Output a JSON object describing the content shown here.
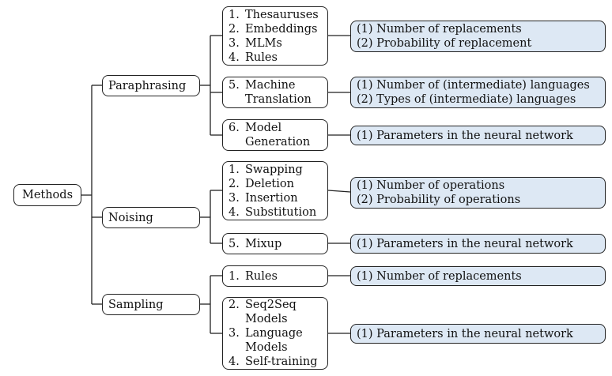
{
  "root": {
    "label": "Methods"
  },
  "categories": [
    {
      "id": "paraphrasing",
      "label": "Paraphrasing",
      "groups": [
        {
          "items": [
            {
              "num": "1.",
              "lines": [
                "Thesauruses"
              ]
            },
            {
              "num": "2.",
              "lines": [
                "Embeddings"
              ]
            },
            {
              "num": "3.",
              "lines": [
                "MLMs"
              ]
            },
            {
              "num": "4.",
              "lines": [
                "Rules"
              ]
            }
          ],
          "params": [
            "(1) Number of replacements",
            "(2) Probability of replacement"
          ]
        },
        {
          "items": [
            {
              "num": "5.",
              "lines": [
                "Machine",
                "Translation"
              ]
            }
          ],
          "params": [
            "(1) Number of (intermediate) languages",
            "(2) Types of (intermediate) languages"
          ]
        },
        {
          "items": [
            {
              "num": "6.",
              "lines": [
                "Model",
                "Generation"
              ]
            }
          ],
          "params": [
            "(1) Parameters in the neural network"
          ]
        }
      ]
    },
    {
      "id": "noising",
      "label": "Noising",
      "groups": [
        {
          "items": [
            {
              "num": "1.",
              "lines": [
                "Swapping"
              ]
            },
            {
              "num": "2.",
              "lines": [
                "Deletion"
              ]
            },
            {
              "num": "3.",
              "lines": [
                "Insertion"
              ]
            },
            {
              "num": "4.",
              "lines": [
                "Substitution"
              ]
            }
          ],
          "params": [
            "(1) Number of operations",
            "(2) Probability of operations"
          ]
        },
        {
          "items": [
            {
              "num": "5.",
              "lines": [
                "Mixup"
              ]
            }
          ],
          "params": [
            "(1) Parameters in the neural network"
          ]
        }
      ]
    },
    {
      "id": "sampling",
      "label": "Sampling",
      "groups": [
        {
          "items": [
            {
              "num": "1.",
              "lines": [
                "Rules"
              ]
            }
          ],
          "params": [
            "(1) Number of replacements"
          ]
        },
        {
          "items": [
            {
              "num": "2.",
              "lines": [
                "Seq2Seq",
                "Models"
              ]
            },
            {
              "num": "3.",
              "lines": [
                "Language",
                "Models"
              ]
            },
            {
              "num": "4.",
              "lines": [
                "Self-training"
              ]
            }
          ],
          "params": [
            "(1) Parameters in the neural network"
          ]
        }
      ]
    }
  ]
}
